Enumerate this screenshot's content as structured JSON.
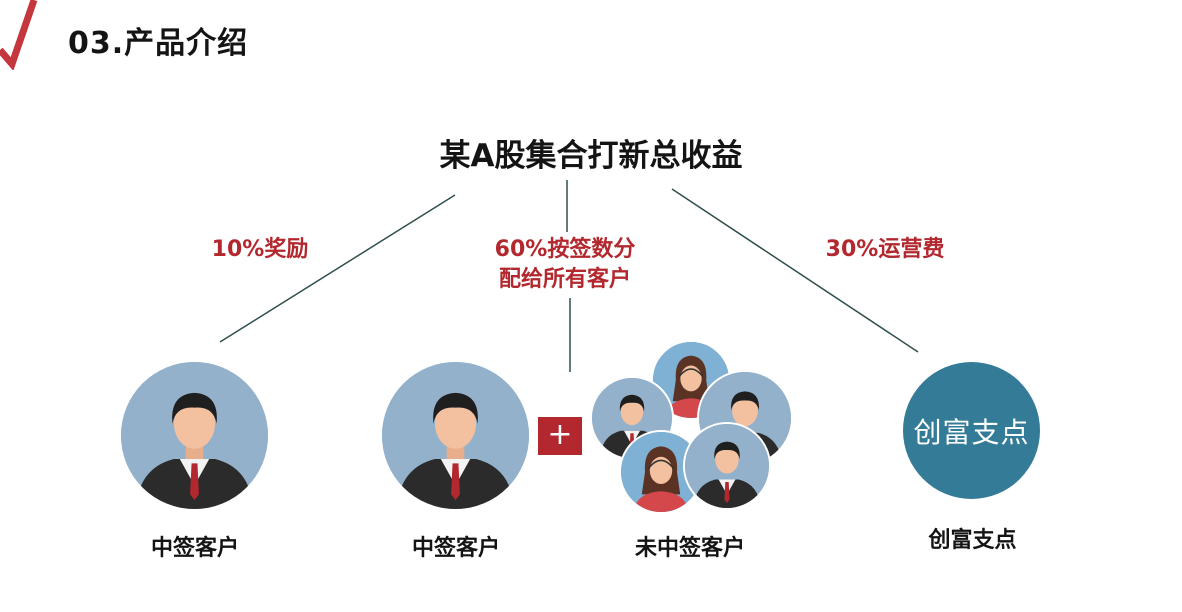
{
  "header": {
    "section_title": "03.产品介绍"
  },
  "diagram": {
    "title": "某A股集合打新总收益",
    "branches": [
      {
        "label_lines": [
          "10%奖励"
        ]
      },
      {
        "label_lines": [
          "60%按签数分",
          "配给所有客户"
        ]
      },
      {
        "label_lines": [
          "30%运营费"
        ]
      }
    ],
    "plus_sign": "+",
    "brand_circle_text": "创富支点",
    "nodes": [
      {
        "label": "中签客户",
        "icon": "businessman-avatar"
      },
      {
        "label": "中签客户",
        "icon": "businessman-avatar"
      },
      {
        "label": "未中签客户",
        "icon": "group-avatars"
      },
      {
        "label": "创富支点",
        "icon": "brand-circle"
      }
    ]
  },
  "colors": {
    "accent_red": "#b3282e",
    "avatar_bg": "#94b1cc",
    "brand_teal": "#347b98",
    "connector_line": "#2f4f4f"
  }
}
